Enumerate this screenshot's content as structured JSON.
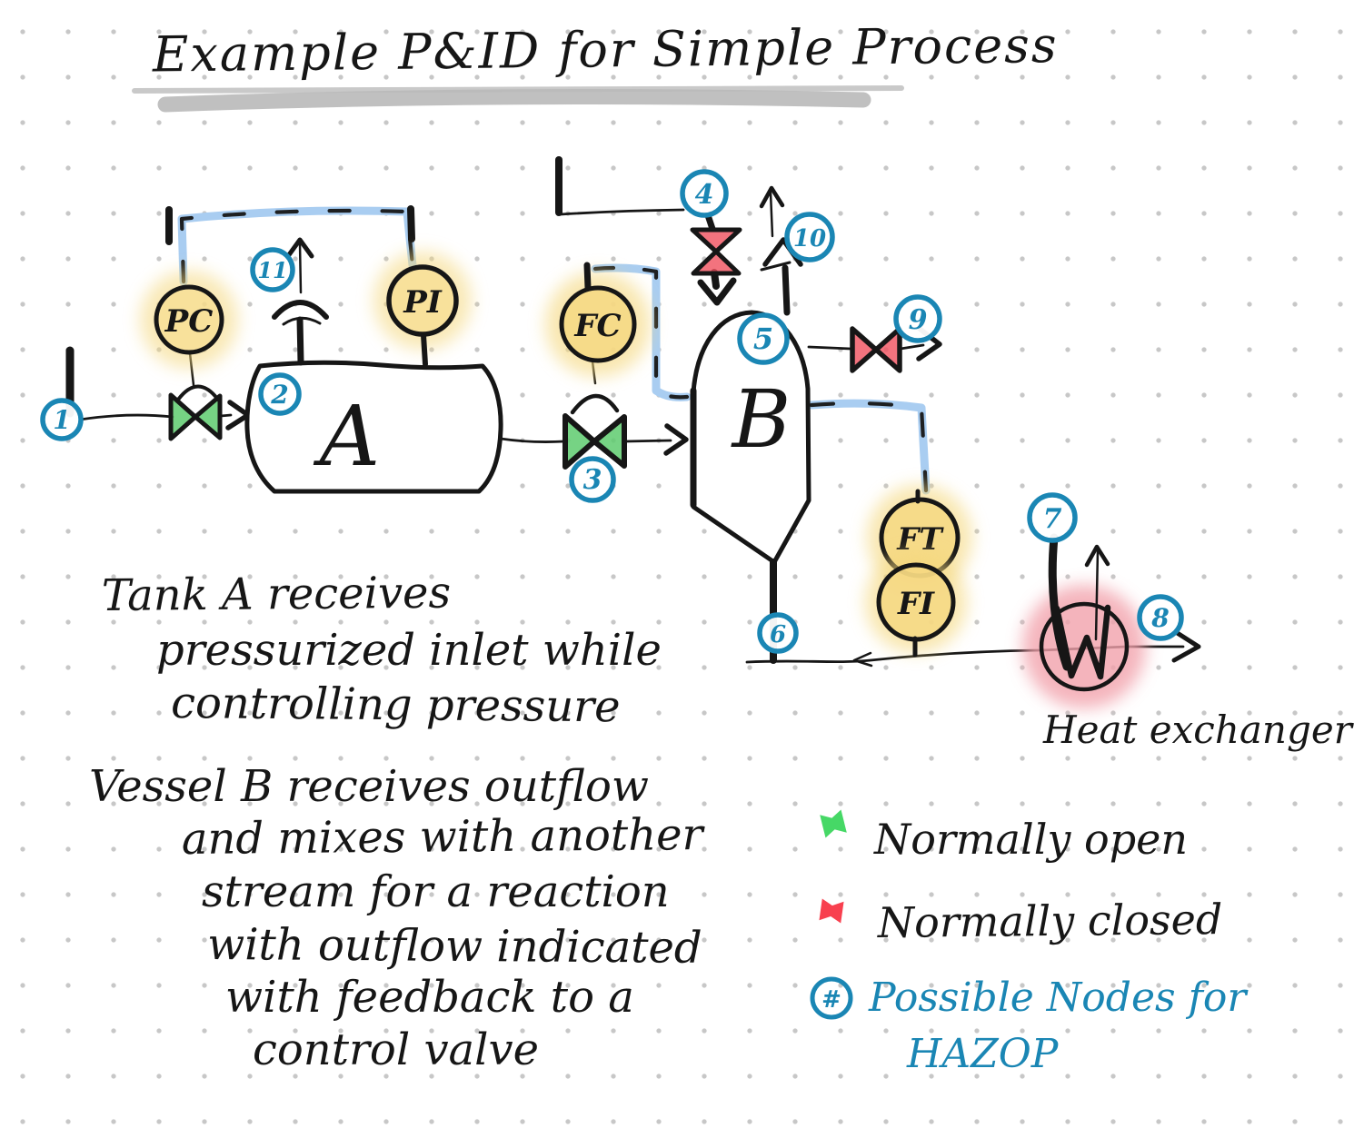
{
  "title": "Example P&ID for Simple Process",
  "equipment": {
    "tank": "A",
    "vessel": "B",
    "heat_exchanger": "Heat exchanger"
  },
  "instruments": {
    "pc": "PC",
    "pi": "PI",
    "fc": "FC",
    "ft": "FT",
    "fi": "FI"
  },
  "nodes": [
    "1",
    "2",
    "3",
    "4",
    "5",
    "6",
    "7",
    "8",
    "9",
    "10",
    "11"
  ],
  "notes": {
    "tank": [
      "Tank A receives",
      "pressurized inlet while",
      "controlling pressure"
    ],
    "vessel": [
      "Vessel B receives outflow",
      "and mixes with another",
      "stream for a reaction",
      "with outflow indicated",
      "with feedback to a",
      "control valve"
    ]
  },
  "legend": {
    "normally_open": "Normally open",
    "normally_closed": "Normally closed",
    "hazop_symbol": "#",
    "hazop_line1": "Possible Nodes for",
    "hazop_line2": "HAZOP"
  },
  "colors": {
    "ink": "#161616",
    "node_blue": "#1a86b4",
    "signal_blue": "#a9cdf1",
    "highlight_yellow": "#f4d77c",
    "highlight_pink": "#f2a2ac",
    "valve_green": "#5ecb6e",
    "valve_red": "#f0505e",
    "underline_gray": "#bcbcbc"
  }
}
